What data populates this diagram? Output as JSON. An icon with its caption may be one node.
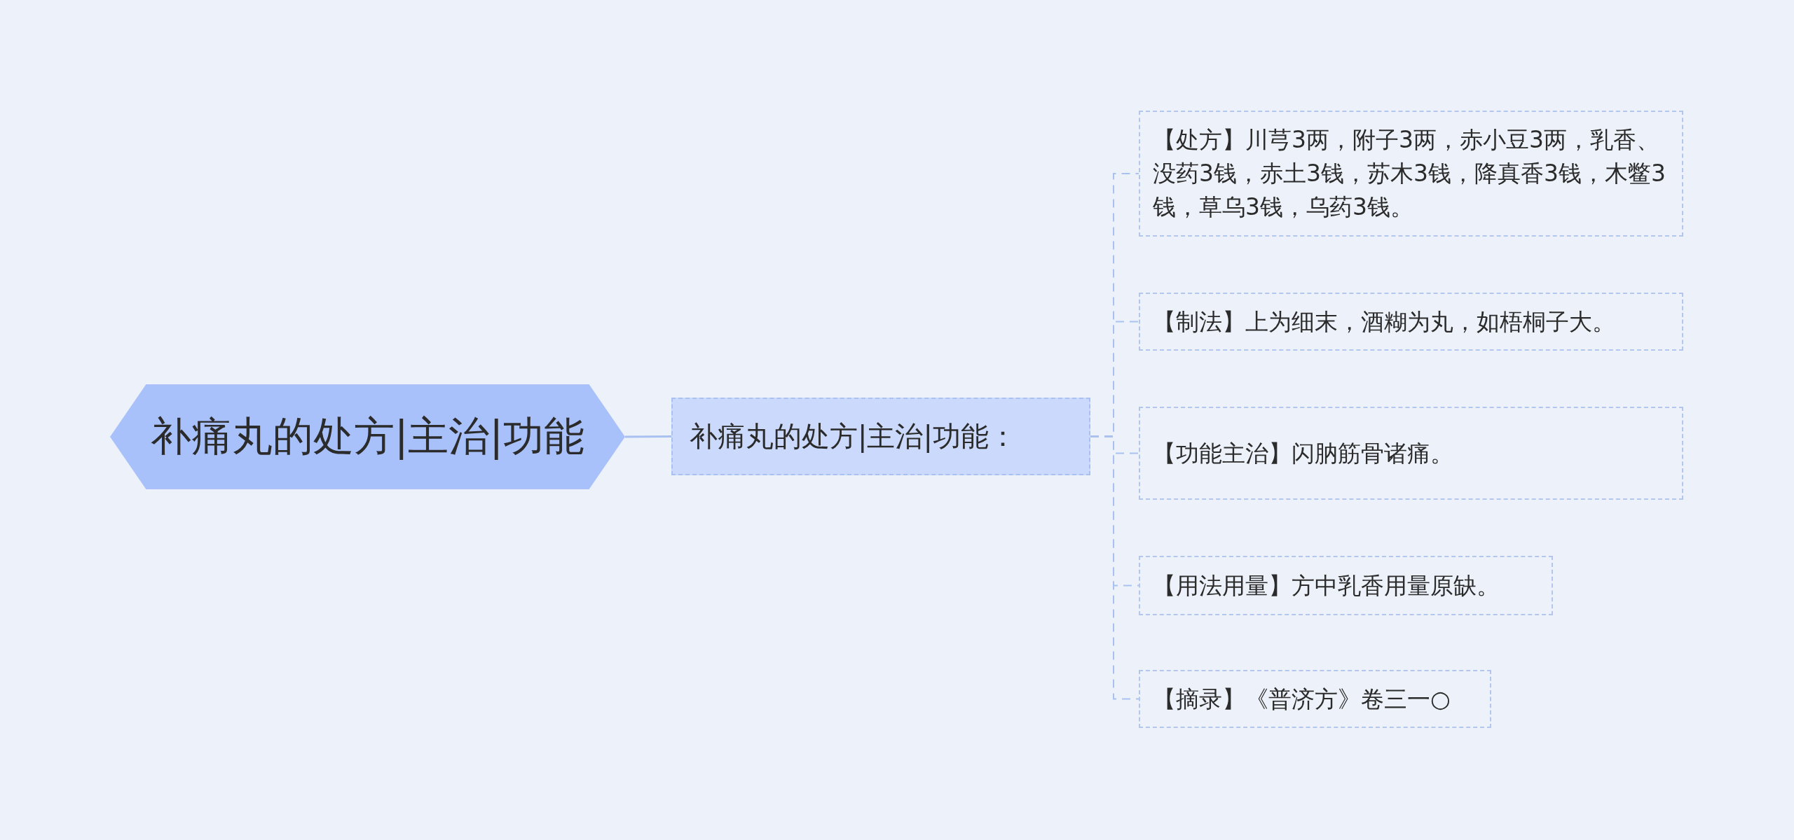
{
  "diagram": {
    "nodes": [
      {
        "text": [
          "补痛丸的处方|主治|功能"
        ]
      },
      {
        "text": [
          "补痛丸的处方|主治|功能："
        ]
      },
      {
        "text": [
          "【处方】川芎3两，附子3两，赤小豆3两，乳香、没药3钱，赤土3钱，苏木3钱，降真香3钱，木鳖3钱，草乌3钱，乌药3钱。"
        ]
      },
      {
        "text": [
          "【制法】上为细末，酒糊为丸，如梧桐子大。"
        ]
      },
      {
        "text": [
          "【功能主治】闪肭筋骨诸痛。"
        ]
      },
      {
        "text": [
          "【用法用量】方中乳香用量原缺。"
        ]
      },
      {
        "text": [
          "【摘录】《普济方》卷三一○"
        ]
      }
    ],
    "edges": [
      {
        "from": 0,
        "to": 1,
        "arrow": "none"
      },
      {
        "from": 1,
        "to": 2,
        "arrow": "none",
        "style": "dashed"
      },
      {
        "from": 1,
        "to": 3,
        "arrow": "none",
        "style": "dashed"
      },
      {
        "from": 1,
        "to": 4,
        "arrow": "none",
        "style": "dashed"
      },
      {
        "from": 1,
        "to": 5,
        "arrow": "none",
        "style": "dashed"
      },
      {
        "from": 1,
        "to": 6,
        "arrow": "none",
        "style": "dashed"
      }
    ]
  }
}
